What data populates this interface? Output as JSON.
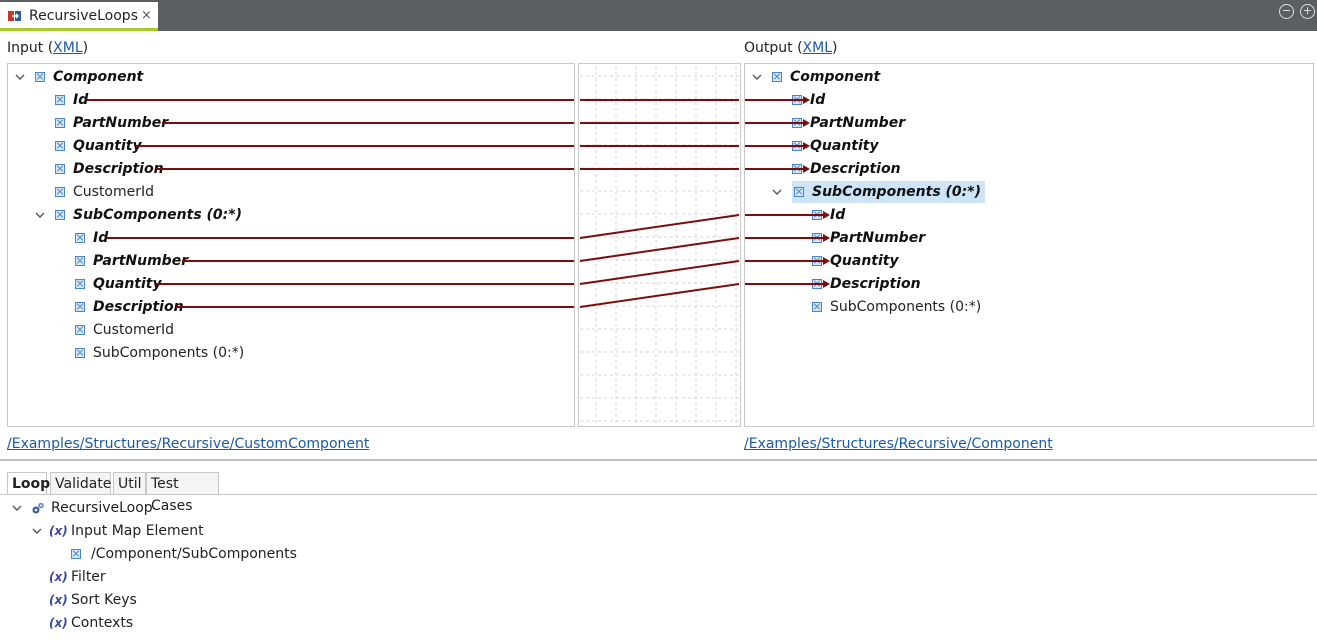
{
  "window": {
    "tab_title": "RecursiveLoops",
    "close_glyph": "×",
    "minimize_glyph": "−",
    "maximize_glyph": "+"
  },
  "input": {
    "label": "Input (",
    "link": "XML",
    "label_end": ")",
    "path": "/Examples/Structures/Recursive/CustomComponent",
    "tree": [
      {
        "label": "Component",
        "bold": true,
        "expandable": true
      },
      {
        "label": "Id",
        "bold": true
      },
      {
        "label": "PartNumber",
        "bold": true
      },
      {
        "label": "Quantity",
        "bold": true
      },
      {
        "label": "Description",
        "bold": true
      },
      {
        "label": "CustomerId",
        "bold": false
      },
      {
        "label": "SubComponents (0:*)",
        "bold": true,
        "expandable": true
      },
      {
        "label": "Id",
        "bold": true
      },
      {
        "label": "PartNumber",
        "bold": true
      },
      {
        "label": "Quantity",
        "bold": true
      },
      {
        "label": "Description",
        "bold": true
      },
      {
        "label": "CustomerId",
        "bold": false
      },
      {
        "label": "SubComponents (0:*)",
        "bold": false
      }
    ]
  },
  "output": {
    "label": "Output (",
    "link": "XML",
    "label_end": ")",
    "path": "/Examples/Structures/Recursive/Component",
    "tree": [
      {
        "label": "Component",
        "bold": true,
        "expandable": true
      },
      {
        "label": "Id",
        "bold": true
      },
      {
        "label": "PartNumber",
        "bold": true
      },
      {
        "label": "Quantity",
        "bold": true
      },
      {
        "label": "Description",
        "bold": true
      },
      {
        "label": "SubComponents (0:*)",
        "bold": true,
        "expandable": true,
        "selected": true
      },
      {
        "label": "Id",
        "bold": true
      },
      {
        "label": "PartNumber",
        "bold": true
      },
      {
        "label": "Quantity",
        "bold": true
      },
      {
        "label": "Description",
        "bold": true
      },
      {
        "label": "SubComponents (0:*)",
        "bold": false
      }
    ]
  },
  "colors": {
    "mapping_line": "#7b0d0d",
    "tab_accent": "#a7cc2a",
    "link": "#1a5aa8",
    "selection": "#cde4f7"
  },
  "bottom_tabs": [
    "Loop",
    "Validate",
    "Util",
    "Test Cases"
  ],
  "active_bottom_tab": "Loop",
  "loop_tree": {
    "root": "RecursiveLoop",
    "input_map_element": "Input Map Element",
    "input_map_value": "/Component/SubComponents",
    "filter": "Filter",
    "sort_keys": "Sort Keys",
    "contexts": "Contexts",
    "variable_icon": "(x)"
  }
}
